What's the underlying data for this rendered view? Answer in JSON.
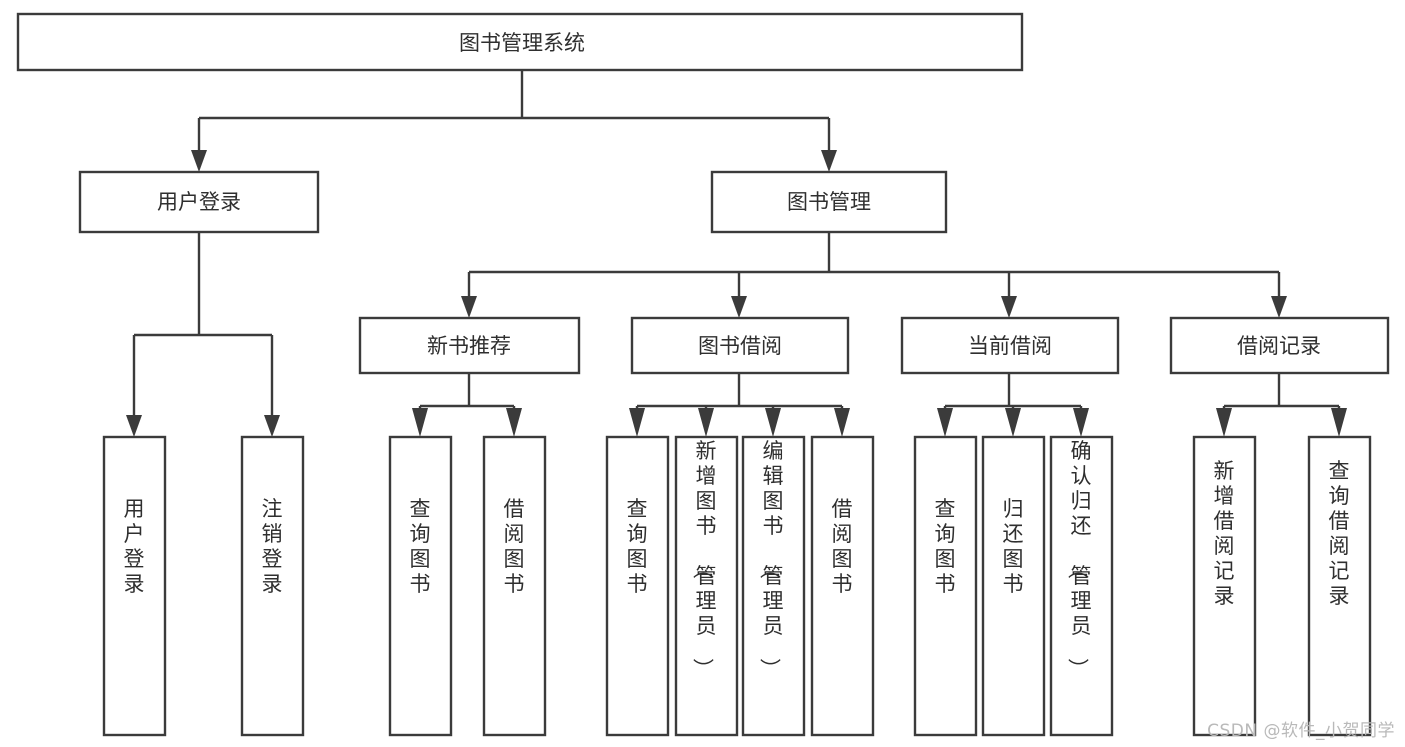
{
  "diagram": {
    "type": "tree-hierarchy",
    "title": "图书管理系统",
    "stroke_color": "#3b3b3b",
    "text_color": "#2f2f2f",
    "background_color": "#ffffff",
    "watermark": "CSDN @软件_小贺同学",
    "levels": {
      "level1": [
        "图书管理系统"
      ],
      "level2": [
        "用户登录",
        "图书管理"
      ],
      "level3": [
        "新书推荐",
        "图书借阅",
        "当前借阅",
        "借阅记录"
      ],
      "level4": [
        "用户登录",
        "注销登录",
        "查询图书",
        "借阅图书",
        "查询图书",
        "新增图书（管理员）",
        "编辑图书（管理员）",
        "借阅图书",
        "查询图书",
        "归还图书",
        "确认归还（管理员）",
        "新增借阅记录",
        "查询借阅记录"
      ]
    }
  },
  "root": {
    "label": "图书管理系统"
  },
  "branches": [
    {
      "id": "user-login",
      "label": "用户登录",
      "children": [
        {
          "id": "user-login-do",
          "label": "用户登录"
        },
        {
          "id": "user-logout",
          "label": "注销登录"
        }
      ]
    },
    {
      "id": "book-management",
      "label": "图书管理",
      "groups": [
        {
          "id": "new-book-recommend",
          "label": "新书推荐",
          "children": [
            {
              "id": "query-book-1",
              "label": "查询图书"
            },
            {
              "id": "borrow-book-1",
              "label": "借阅图书"
            }
          ]
        },
        {
          "id": "book-borrow",
          "label": "图书借阅",
          "children": [
            {
              "id": "query-book-2",
              "label": "查询图书"
            },
            {
              "id": "add-book",
              "label": "新增图书（管理员）"
            },
            {
              "id": "edit-book",
              "label": "编辑图书（管理员）"
            },
            {
              "id": "borrow-book-2",
              "label": "借阅图书"
            }
          ]
        },
        {
          "id": "current-borrow",
          "label": "当前借阅",
          "children": [
            {
              "id": "query-book-3",
              "label": "查询图书"
            },
            {
              "id": "return-book",
              "label": "归还图书"
            },
            {
              "id": "confirm-return",
              "label": "确认归还（管理员）"
            }
          ]
        },
        {
          "id": "borrow-record",
          "label": "借阅记录",
          "children": [
            {
              "id": "add-borrow-record",
              "label": "新增借阅记录"
            },
            {
              "id": "query-borrow-record",
              "label": "查询借阅记录"
            }
          ]
        }
      ]
    }
  ],
  "watermark": {
    "label": "CSDN @软件_小贺同学"
  }
}
